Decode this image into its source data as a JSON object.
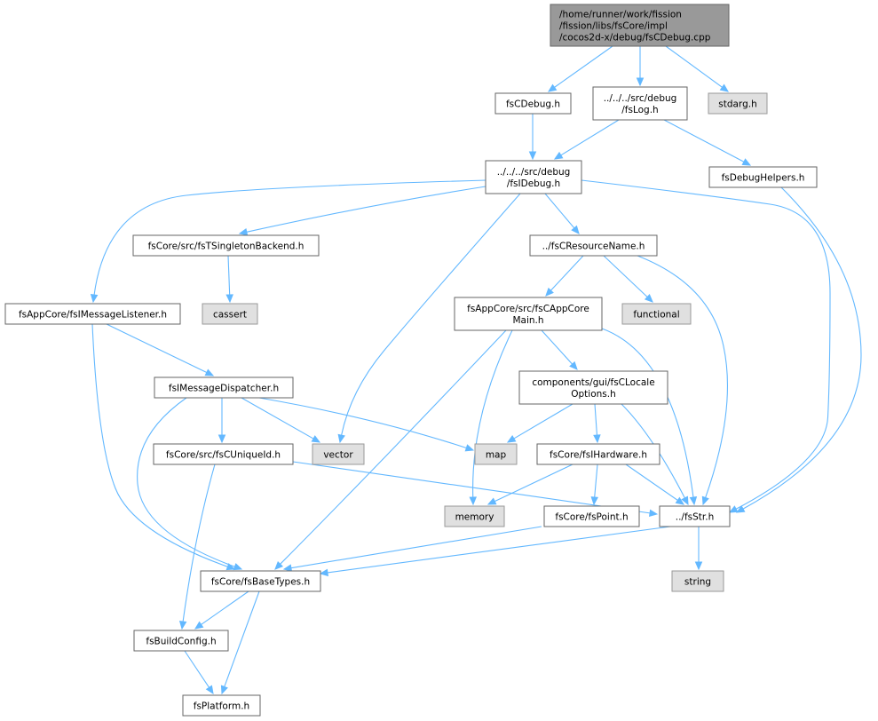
{
  "graph": {
    "root": {
      "label_lines": [
        "/home/runner/work/fission",
        "/fission/libs/fsCore/impl",
        "/cocos2d-x/debug/fsCDebug.cpp"
      ],
      "fill": "#999999"
    },
    "nodes": {
      "fsCDebug_h": {
        "label_lines": [
          "fsCDebug.h"
        ],
        "kind": "file"
      },
      "fsLog_h": {
        "label_lines": [
          "../../../src/debug",
          "/fsLog.h"
        ],
        "kind": "file"
      },
      "stdarg_h": {
        "label_lines": [
          "stdarg.h"
        ],
        "kind": "system"
      },
      "fsIDebug_h": {
        "label_lines": [
          "../../../src/debug",
          "/fsIDebug.h"
        ],
        "kind": "file"
      },
      "fsDebugHelpers_h": {
        "label_lines": [
          "fsDebugHelpers.h"
        ],
        "kind": "file"
      },
      "fsTSingletonBackend_h": {
        "label_lines": [
          "fsCore/src/fsTSingletonBackend.h"
        ],
        "kind": "file"
      },
      "fsCResourceName_h": {
        "label_lines": [
          "../fsCResourceName.h"
        ],
        "kind": "file"
      },
      "cassert": {
        "label_lines": [
          "cassert"
        ],
        "kind": "system"
      },
      "fsIMessageListener_h": {
        "label_lines": [
          "fsAppCore/fsIMessageListener.h"
        ],
        "kind": "file"
      },
      "fsCAppCoreMain_h": {
        "label_lines": [
          "fsAppCore/src/fsCAppCore",
          "Main.h"
        ],
        "kind": "file"
      },
      "functional": {
        "label_lines": [
          "functional"
        ],
        "kind": "system"
      },
      "fsIMessageDispatcher_h": {
        "label_lines": [
          "fsIMessageDispatcher.h"
        ],
        "kind": "file"
      },
      "fsCLocaleOptions_h": {
        "label_lines": [
          "components/gui/fsCLocale",
          "Options.h"
        ],
        "kind": "file"
      },
      "fsCUniqueId_h": {
        "label_lines": [
          "fsCore/src/fsCUniqueId.h"
        ],
        "kind": "file"
      },
      "vector": {
        "label_lines": [
          "vector"
        ],
        "kind": "system"
      },
      "map": {
        "label_lines": [
          "map"
        ],
        "kind": "system"
      },
      "fsIHardware_h": {
        "label_lines": [
          "fsCore/fsIHardware.h"
        ],
        "kind": "file"
      },
      "memory": {
        "label_lines": [
          "memory"
        ],
        "kind": "system"
      },
      "fsPoint_h": {
        "label_lines": [
          "fsCore/fsPoint.h"
        ],
        "kind": "file"
      },
      "fsStr_h": {
        "label_lines": [
          "../fsStr.h"
        ],
        "kind": "file"
      },
      "fsBaseTypes_h": {
        "label_lines": [
          "fsCore/fsBaseTypes.h"
        ],
        "kind": "file"
      },
      "string": {
        "label_lines": [
          "string"
        ],
        "kind": "system"
      },
      "fsBuildConfig_h": {
        "label_lines": [
          "fsBuildConfig.h"
        ],
        "kind": "file"
      },
      "fsPlatform_h": {
        "label_lines": [
          "fsPlatform.h"
        ],
        "kind": "file"
      }
    },
    "edges": [
      [
        "root",
        "fsCDebug_h"
      ],
      [
        "root",
        "fsLog_h"
      ],
      [
        "root",
        "stdarg_h"
      ],
      [
        "fsCDebug_h",
        "fsIDebug_h"
      ],
      [
        "fsLog_h",
        "fsIDebug_h"
      ],
      [
        "fsLog_h",
        "fsDebugHelpers_h"
      ],
      [
        "fsIDebug_h",
        "fsIMessageListener_h"
      ],
      [
        "fsIDebug_h",
        "fsTSingletonBackend_h"
      ],
      [
        "fsIDebug_h",
        "vector"
      ],
      [
        "fsIDebug_h",
        "fsCResourceName_h"
      ],
      [
        "fsIDebug_h",
        "fsStr_h"
      ],
      [
        "fsDebugHelpers_h",
        "fsStr_h"
      ],
      [
        "fsTSingletonBackend_h",
        "cassert"
      ],
      [
        "fsCResourceName_h",
        "fsCAppCoreMain_h"
      ],
      [
        "fsCResourceName_h",
        "functional"
      ],
      [
        "fsCResourceName_h",
        "fsStr_h"
      ],
      [
        "fsIMessageListener_h",
        "fsIMessageDispatcher_h"
      ],
      [
        "fsIMessageListener_h",
        "fsBaseTypes_h"
      ],
      [
        "fsIMessageDispatcher_h",
        "fsCUniqueId_h"
      ],
      [
        "fsIMessageDispatcher_h",
        "vector"
      ],
      [
        "fsIMessageDispatcher_h",
        "map"
      ],
      [
        "fsIMessageDispatcher_h",
        "fsBaseTypes_h"
      ],
      [
        "fsCAppCoreMain_h",
        "fsCLocaleOptions_h"
      ],
      [
        "fsCAppCoreMain_h",
        "memory"
      ],
      [
        "fsCAppCoreMain_h",
        "fsBaseTypes_h"
      ],
      [
        "fsCAppCoreMain_h",
        "fsStr_h"
      ],
      [
        "fsCLocaleOptions_h",
        "map"
      ],
      [
        "fsCLocaleOptions_h",
        "fsIHardware_h"
      ],
      [
        "fsCLocaleOptions_h",
        "fsStr_h"
      ],
      [
        "fsCUniqueId_h",
        "fsBuildConfig_h"
      ],
      [
        "fsCUniqueId_h",
        "fsStr_h"
      ],
      [
        "fsIHardware_h",
        "memory"
      ],
      [
        "fsIHardware_h",
        "fsPoint_h"
      ],
      [
        "fsIHardware_h",
        "fsStr_h"
      ],
      [
        "fsPoint_h",
        "fsBaseTypes_h"
      ],
      [
        "fsStr_h",
        "string"
      ],
      [
        "fsStr_h",
        "fsBaseTypes_h"
      ],
      [
        "fsBaseTypes_h",
        "fsBuildConfig_h"
      ],
      [
        "fsBaseTypes_h",
        "fsPlatform_h"
      ],
      [
        "fsBuildConfig_h",
        "fsPlatform_h"
      ]
    ],
    "colors": {
      "edge": "#63b8ff",
      "file_fill": "#ffffff",
      "system_fill": "#e0e0e0",
      "border": "#666666"
    }
  }
}
